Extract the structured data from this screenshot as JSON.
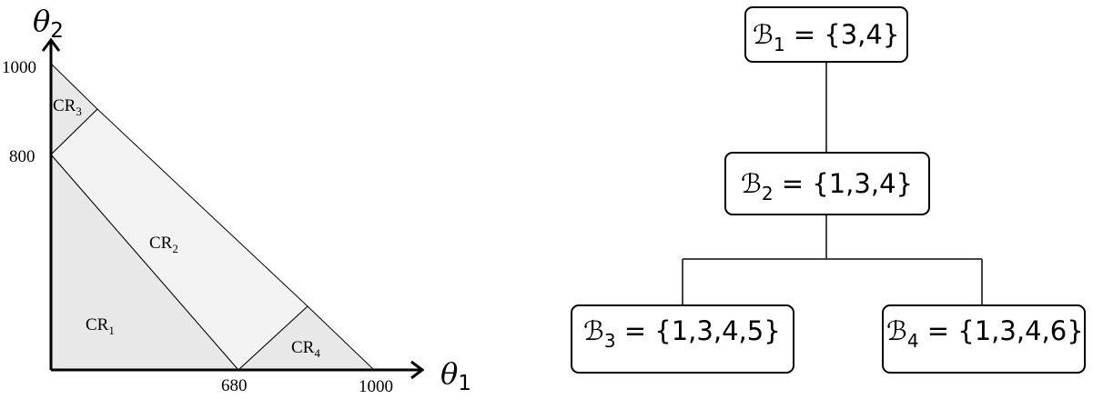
{
  "plot": {
    "axes": {
      "x_label": "θ",
      "x_label_sub": "1",
      "y_label": "θ",
      "y_label_sub": "2"
    },
    "ticks": {
      "y_1000": "1000",
      "y_800": "800",
      "x_680": "680",
      "x_1000": "1000"
    },
    "regions": {
      "cr1": {
        "base": "CR",
        "sub": "1"
      },
      "cr2": {
        "base": "CR",
        "sub": "2"
      },
      "cr3": {
        "base": "CR",
        "sub": "3"
      },
      "cr4": {
        "base": "CR",
        "sub": "4"
      }
    },
    "colors": {
      "dark_region": "#e8e8e8",
      "light_region": "#f3f3f3",
      "line": "#000000"
    }
  },
  "tree": {
    "nodes": [
      {
        "script": "ℬ",
        "sub": "1",
        "eq": " = {3,4}"
      },
      {
        "script": "ℬ",
        "sub": "2",
        "eq": " = {1,3,4}"
      },
      {
        "script": "ℬ",
        "sub": "3",
        "eq": " = {1,3,4,5}"
      },
      {
        "script": "ℬ",
        "sub": "4",
        "eq": " = {1,3,4,6}"
      }
    ]
  }
}
